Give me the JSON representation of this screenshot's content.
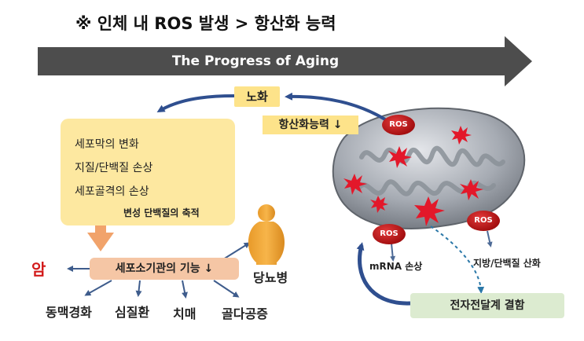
{
  "headline": "※ 인체 내 ROS 발생 > 항산화 능력",
  "banner": {
    "text": "The Progress of Aging"
  },
  "aging_label": "노화",
  "antioxidant_label": "항산화능력 ↓",
  "damage_list": [
    "세포막의 변화",
    "지질/단백질 손상",
    "세포골격의 손상"
  ],
  "protein_accumulation": "변성 단백질의 축적",
  "organelle_function": "세포소기관의 기능 ↓",
  "cancer": "암",
  "diabetes": "당뇨병",
  "diseases": [
    "동맥경화",
    "심질환",
    "치매",
    "골다공증"
  ],
  "ros_badge": "ROS",
  "mrna_damage": "mRNA 손상",
  "lipid_protein_oxidation": "지방/단백질 산화",
  "etc_defect": "전자전달계 결함",
  "colors": {
    "banner": "#4d4d4d",
    "yellow": "#fde38a",
    "salmon": "#f5c6a5",
    "green": "#dcebd0",
    "arrow_blue": "#2f4f8f",
    "ros_red": "#b01417",
    "cancer_red": "#d21a1a",
    "orange_arrow": "#f1a36b"
  }
}
